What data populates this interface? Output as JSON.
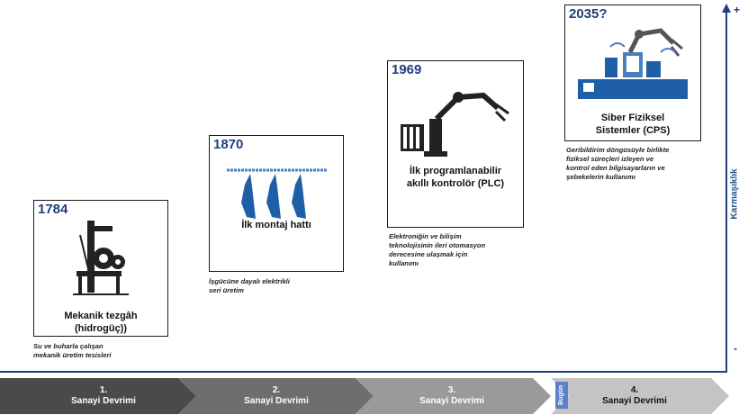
{
  "cards": [
    {
      "year": "1784",
      "title": "Mekanik tezgâh\n(hidrogüç))",
      "description": "Su ve buharla çalışan\nmekanik üretim tesisleri",
      "icon": "mechanical-loom-icon"
    },
    {
      "year": "1870",
      "title": "İlk montaj hattı",
      "description": "İşgücüne dayalı elektrikli\nseri üretim",
      "icon": "assembly-line-icon"
    },
    {
      "year": "1969",
      "title": "İlk programlanabilir\nakıllı kontrolör (PLC)",
      "description": "Elektroniğin ve bilişim\nteknolojisinin ileri otomasyon\nderecesine ulaşmak için\nkullanımı",
      "icon": "robot-arm-icon"
    },
    {
      "year": "2035?",
      "title": "Siber Fiziksel\nSistemler (CPS)",
      "description": "Geribildirim döngüsüyle birlikte\nfiziksel süreçleri izleyen ve\nkontrol eden bilgisayarların ve\nşebekelerin kullanımı",
      "icon": "cyber-physical-icon"
    }
  ],
  "axis": {
    "label": "Karmaşıklık",
    "top_mark": "+",
    "bottom_mark": "-"
  },
  "steps": [
    {
      "number": "1.",
      "label": "Sanayi Devrimi"
    },
    {
      "number": "2.",
      "label": "Sanayi Devrimi"
    },
    {
      "number": "3.",
      "label": "Sanayi Devrimi"
    },
    {
      "number": "4.",
      "label": "Sanayi Devrimi"
    }
  ],
  "today_label": "Bugün",
  "colors": {
    "accent_blue": "#1f3f7a",
    "step1": "#4a4a4a",
    "step2": "#6e6e6e",
    "step3": "#9a9a9a",
    "step4": "#c4c4c4",
    "icon_blue": "#1f5fa8"
  }
}
